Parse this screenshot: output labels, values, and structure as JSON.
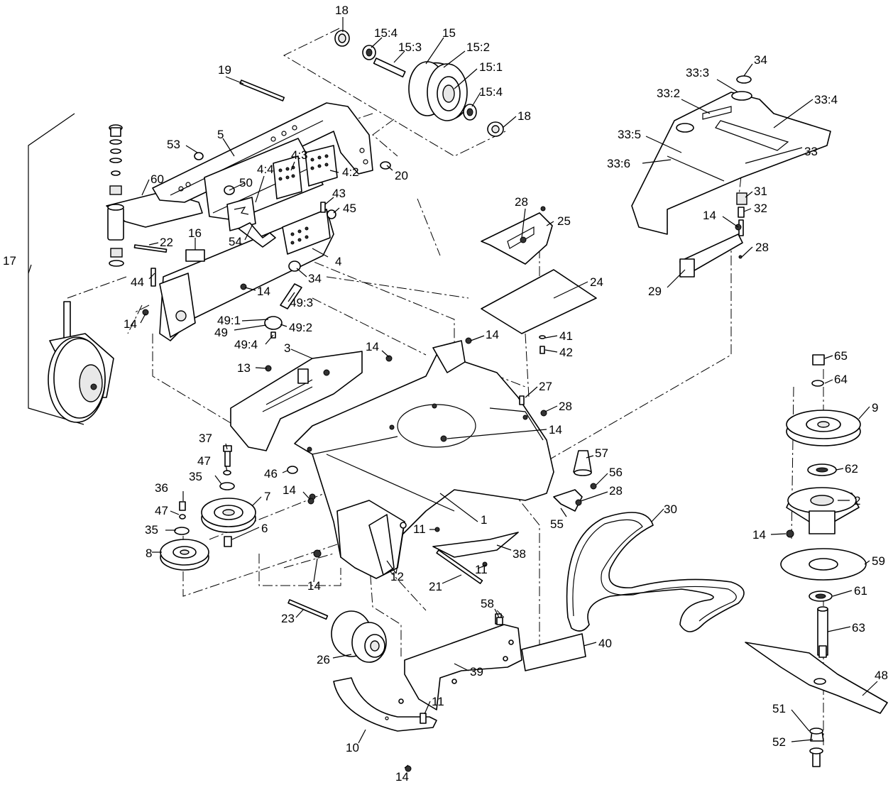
{
  "callouts": [
    {
      "id": "c18a",
      "text": "18"
    },
    {
      "id": "c15_4a",
      "text": "15:4"
    },
    {
      "id": "c15",
      "text": "15"
    },
    {
      "id": "c15_3",
      "text": "15:3"
    },
    {
      "id": "c15_2",
      "text": "15:2"
    },
    {
      "id": "c15_1",
      "text": "15:1"
    },
    {
      "id": "c15_4b",
      "text": "15:4"
    },
    {
      "id": "c18b",
      "text": "18"
    },
    {
      "id": "c19",
      "text": "19"
    },
    {
      "id": "c34a",
      "text": "34"
    },
    {
      "id": "c33_3",
      "text": "33:3"
    },
    {
      "id": "c33_2",
      "text": "33:2"
    },
    {
      "id": "c33_4",
      "text": "33:4"
    },
    {
      "id": "c33_5",
      "text": "33:5"
    },
    {
      "id": "c33",
      "text": "33"
    },
    {
      "id": "c33_6",
      "text": "33:6"
    },
    {
      "id": "c53",
      "text": "53"
    },
    {
      "id": "c5",
      "text": "5"
    },
    {
      "id": "c4_3",
      "text": "4:3"
    },
    {
      "id": "c4_4",
      "text": "4:4"
    },
    {
      "id": "c4_2",
      "text": "4:2"
    },
    {
      "id": "c20",
      "text": "20"
    },
    {
      "id": "c60",
      "text": "60"
    },
    {
      "id": "c50",
      "text": "50"
    },
    {
      "id": "c43",
      "text": "43"
    },
    {
      "id": "c45",
      "text": "45"
    },
    {
      "id": "c31",
      "text": "31"
    },
    {
      "id": "c32",
      "text": "32"
    },
    {
      "id": "c28a",
      "text": "28"
    },
    {
      "id": "c25",
      "text": "25"
    },
    {
      "id": "c14a",
      "text": "14"
    },
    {
      "id": "c28b",
      "text": "28"
    },
    {
      "id": "c16",
      "text": "16"
    },
    {
      "id": "c54",
      "text": "54"
    },
    {
      "id": "c22",
      "text": "22"
    },
    {
      "id": "c4",
      "text": "4"
    },
    {
      "id": "c29",
      "text": "29"
    },
    {
      "id": "c17",
      "text": "17"
    },
    {
      "id": "c44",
      "text": "44"
    },
    {
      "id": "c34b",
      "text": "34"
    },
    {
      "id": "c24",
      "text": "24"
    },
    {
      "id": "c14b",
      "text": "14"
    },
    {
      "id": "c49_3",
      "text": "49:3"
    },
    {
      "id": "c49_1",
      "text": "49:1"
    },
    {
      "id": "c14c",
      "text": "14"
    },
    {
      "id": "c49_2",
      "text": "49:2"
    },
    {
      "id": "c49",
      "text": "49"
    },
    {
      "id": "c41",
      "text": "41"
    },
    {
      "id": "c49_4",
      "text": "49:4"
    },
    {
      "id": "c14d",
      "text": "14"
    },
    {
      "id": "c42",
      "text": "42"
    },
    {
      "id": "c3",
      "text": "3"
    },
    {
      "id": "c14e",
      "text": "14"
    },
    {
      "id": "c65",
      "text": "65"
    },
    {
      "id": "c13",
      "text": "13"
    },
    {
      "id": "c64",
      "text": "64"
    },
    {
      "id": "c27",
      "text": "27"
    },
    {
      "id": "c28c",
      "text": "28"
    },
    {
      "id": "c9",
      "text": "9"
    },
    {
      "id": "c14f",
      "text": "14"
    },
    {
      "id": "c37",
      "text": "37"
    },
    {
      "id": "c57",
      "text": "57"
    },
    {
      "id": "c47a",
      "text": "47"
    },
    {
      "id": "c56",
      "text": "56"
    },
    {
      "id": "c62",
      "text": "62"
    },
    {
      "id": "c35a",
      "text": "35"
    },
    {
      "id": "c46",
      "text": "46"
    },
    {
      "id": "c28d",
      "text": "28"
    },
    {
      "id": "c36",
      "text": "36"
    },
    {
      "id": "c14g",
      "text": "14"
    },
    {
      "id": "c7",
      "text": "7"
    },
    {
      "id": "c30",
      "text": "30"
    },
    {
      "id": "c2",
      "text": "2"
    },
    {
      "id": "c47b",
      "text": "47"
    },
    {
      "id": "c1",
      "text": "1"
    },
    {
      "id": "c55",
      "text": "55"
    },
    {
      "id": "c35b",
      "text": "35"
    },
    {
      "id": "c6",
      "text": "6"
    },
    {
      "id": "c11a",
      "text": "11"
    },
    {
      "id": "c14h",
      "text": "14"
    },
    {
      "id": "c38",
      "text": "38"
    },
    {
      "id": "c8",
      "text": "8"
    },
    {
      "id": "c59",
      "text": "59"
    },
    {
      "id": "c12",
      "text": "12"
    },
    {
      "id": "c11b",
      "text": "11"
    },
    {
      "id": "c14i",
      "text": "14"
    },
    {
      "id": "c21",
      "text": "21"
    },
    {
      "id": "c61",
      "text": "61"
    },
    {
      "id": "c58",
      "text": "58"
    },
    {
      "id": "c23",
      "text": "23"
    },
    {
      "id": "c63",
      "text": "63"
    },
    {
      "id": "c40",
      "text": "40"
    },
    {
      "id": "c26",
      "text": "26"
    },
    {
      "id": "c39",
      "text": "39"
    },
    {
      "id": "c48",
      "text": "48"
    },
    {
      "id": "c11c",
      "text": "11"
    },
    {
      "id": "c51",
      "text": "51"
    },
    {
      "id": "c10",
      "text": "10"
    },
    {
      "id": "c52",
      "text": "52"
    },
    {
      "id": "c14j",
      "text": "14"
    }
  ]
}
